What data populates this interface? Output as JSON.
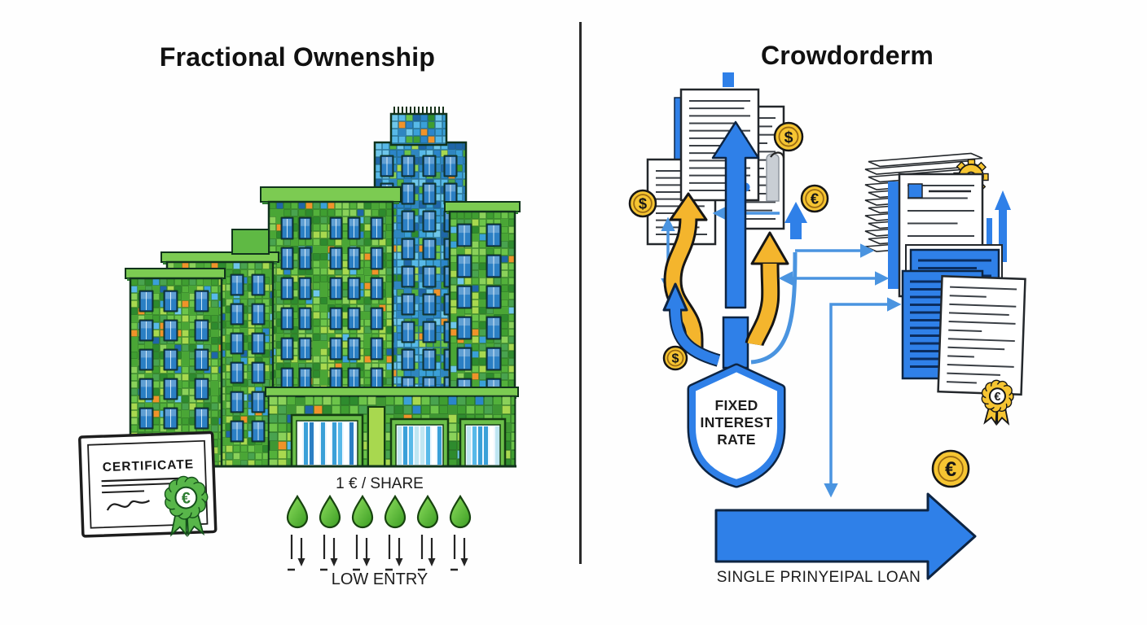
{
  "left": {
    "title": "Fractional Ownenship",
    "certificate": {
      "label": "CERTIFICATE",
      "seal_symbol": "€"
    },
    "price_label": "1 € / SHARE",
    "droplet_count": 6,
    "entry_label": "LOW ENTRY"
  },
  "right": {
    "title": "Crowdorderm",
    "shield": {
      "line1": "FIXED",
      "line2": "INTEREST",
      "line3": "RATE"
    },
    "coins": {
      "dollar": "$",
      "euro": "€"
    },
    "loan_label": "SINGLE PRINYEIPAL LOAN"
  },
  "colors": {
    "blue": "#2f80e8",
    "blue_light": "#4a94e0",
    "navy": "#0d2442",
    "yellow": "#f4b52d",
    "coin_gold": "#f6c532",
    "green": "#53b13b",
    "ink": "#191919"
  }
}
